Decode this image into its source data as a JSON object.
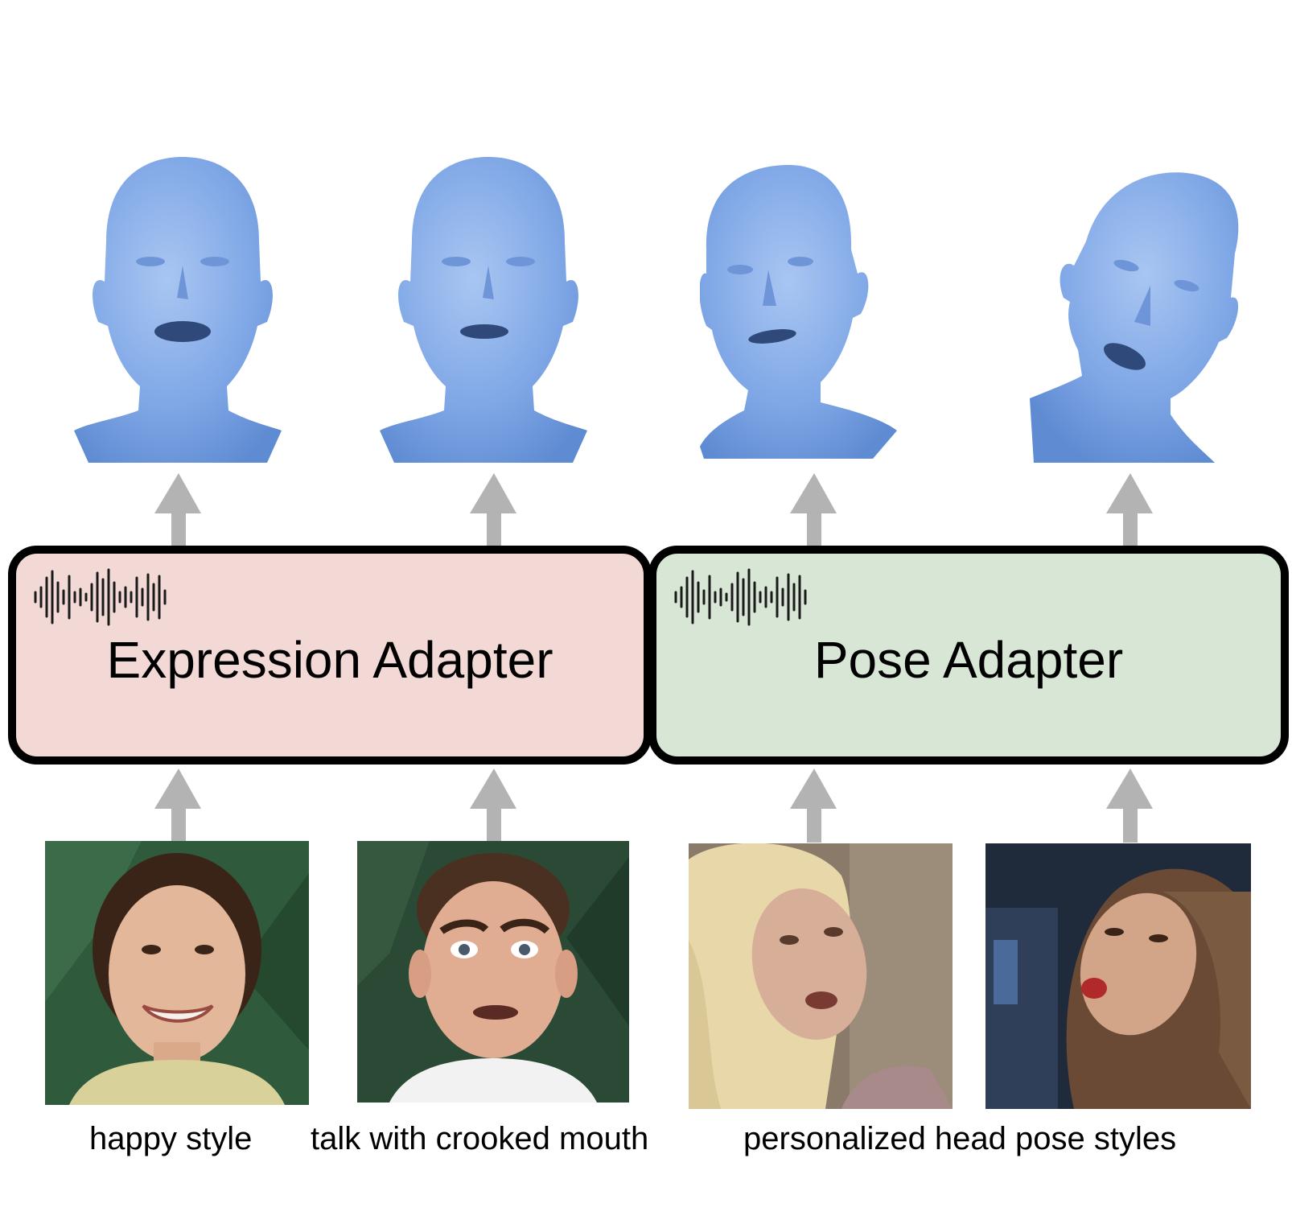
{
  "adapters": {
    "expression": {
      "label": "Expression Adapter",
      "color": "#f3d9d6"
    },
    "pose": {
      "label": "Pose Adapter",
      "color": "#d7e6d5"
    }
  },
  "captions": {
    "happy": "happy style",
    "crooked": "talk with crooked mouth",
    "pose": "personalized head pose styles"
  },
  "colors": {
    "arrow": "#b3b3b3",
    "head": "#7fa7e6",
    "border": "#000000"
  }
}
